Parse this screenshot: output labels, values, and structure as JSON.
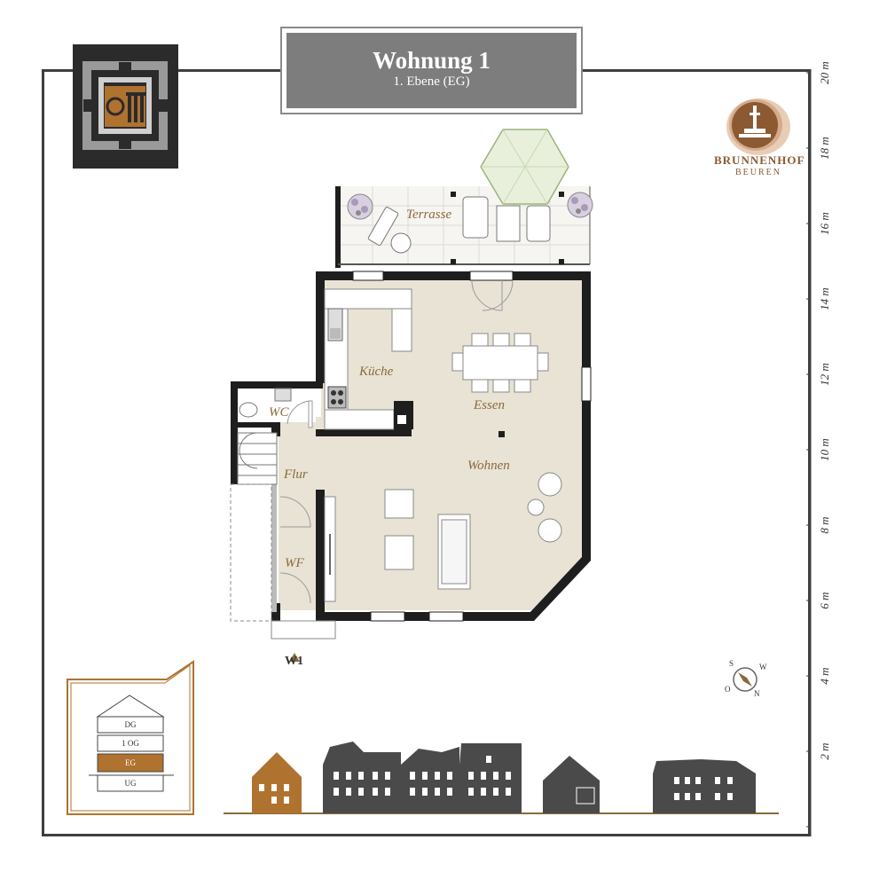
{
  "title": {
    "main": "Wohnung 1",
    "sub": "1. Ebene (EG)"
  },
  "brand": {
    "name": "BRUNNENHOF",
    "sub": "BEUREN"
  },
  "ruler": {
    "labels": [
      "2 m",
      "4 m",
      "6 m",
      "8 m",
      "10 m",
      "12 m",
      "14 m",
      "16 m",
      "18 m",
      "20 m"
    ]
  },
  "rooms": {
    "terrasse": "Terrasse",
    "kueche": "Küche",
    "essen": "Essen",
    "wc": "WC",
    "wohnen": "Wohnen",
    "flur": "Flur",
    "wf": "WF"
  },
  "entrance": "W1",
  "floors": [
    "DG",
    "1 OG",
    "EG",
    "UG"
  ],
  "compass": {
    "s": "S",
    "w": "W",
    "o": "O",
    "n": "N"
  },
  "colors": {
    "floor": "#e8e3d5",
    "wall": "#1e1e1e",
    "accent": "#b0722f",
    "gray": "#7d7d7d",
    "buildings": "#4a4a4a"
  }
}
